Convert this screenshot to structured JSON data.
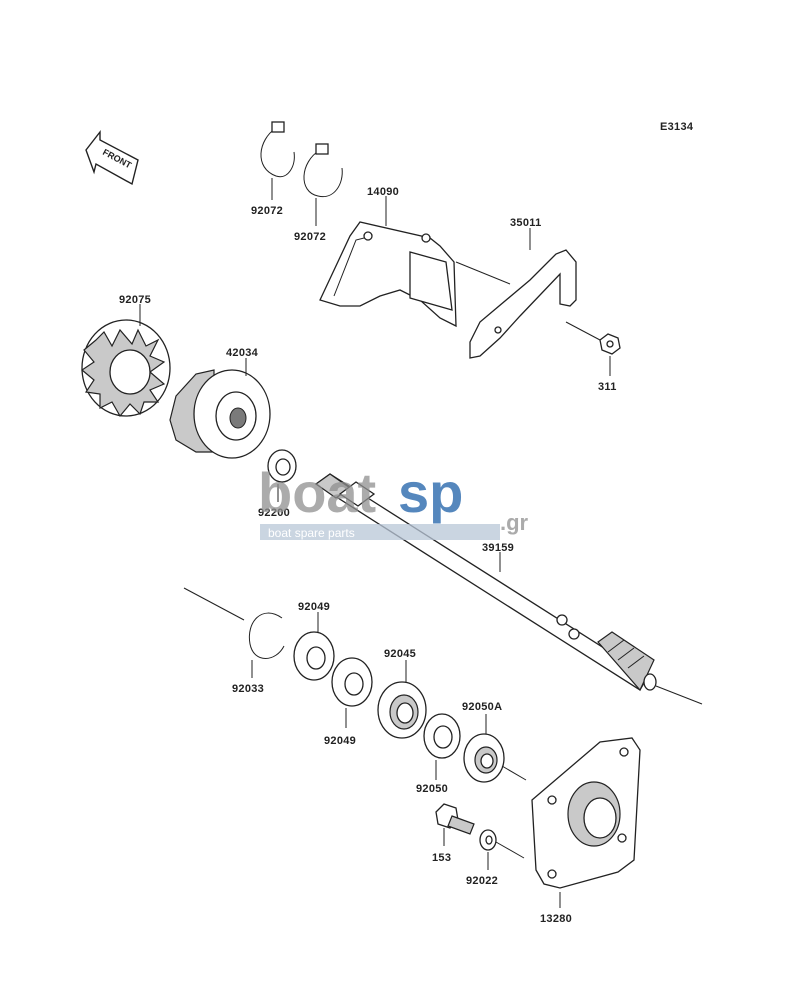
{
  "diagram": {
    "code": "E3134",
    "front_label": "FRONT",
    "watermark": {
      "brand_gray": "boat",
      "brand_blue": "sp",
      "domain": ".gr",
      "tagline": "boat spare parts"
    },
    "parts": [
      {
        "number": "92072",
        "name": "circlip-upper-left"
      },
      {
        "number": "92072",
        "name": "circlip-upper-right"
      },
      {
        "number": "14090",
        "name": "cover"
      },
      {
        "number": "35011",
        "name": "bracket"
      },
      {
        "number": "311",
        "name": "nut"
      },
      {
        "number": "92075",
        "name": "damper"
      },
      {
        "number": "42034",
        "name": "coupling"
      },
      {
        "number": "92200",
        "name": "washer"
      },
      {
        "number": "39159",
        "name": "drive-shaft"
      },
      {
        "number": "92049",
        "name": "seal-upper"
      },
      {
        "number": "92033",
        "name": "snap-ring"
      },
      {
        "number": "92049",
        "name": "seal-lower"
      },
      {
        "number": "92045",
        "name": "bearing"
      },
      {
        "number": "92050",
        "name": "seal-small"
      },
      {
        "number": "92050A",
        "name": "seal-a"
      },
      {
        "number": "153",
        "name": "bolt"
      },
      {
        "number": "92022",
        "name": "washer-small"
      },
      {
        "number": "13280",
        "name": "holder-plate"
      }
    ]
  },
  "colors": {
    "line": "#222222",
    "watermark_gray": "#8f8f8f",
    "watermark_blue": "#1d5fa8",
    "tagline_bg": "#b9c7d8"
  }
}
